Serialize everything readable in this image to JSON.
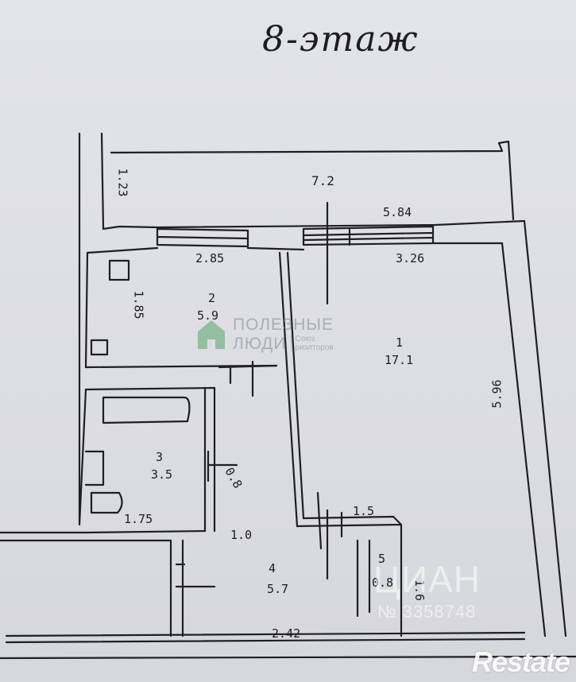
{
  "header": {
    "floor_title": "8-этаж"
  },
  "dimensions": {
    "balcony_depth": "1.23",
    "balcony_area": "7.2",
    "balcony_length": "5.84",
    "kitchen_width": "2.85",
    "room_width": "3.26",
    "kitchen_depth": "1.85",
    "room_length": "5.96",
    "bath_width": "1.75",
    "corridor_width": "1.0",
    "closet_width": "1.5",
    "hall_length": "2.42",
    "hall_depth": "1.6",
    "door_mark": "0.8"
  },
  "rooms": [
    {
      "number": "1",
      "area": "17.1"
    },
    {
      "number": "2",
      "area": "5.9"
    },
    {
      "number": "3",
      "area": "3.5"
    },
    {
      "number": "4",
      "area": "5.7"
    },
    {
      "number": "5",
      "area": "0.8"
    }
  ],
  "logo": {
    "line1": "ПОЛЕЗНЫЕ",
    "line2": "ЛЮДИ",
    "sub": "Союз риэлторов"
  },
  "watermarks": {
    "cian": "ЦИАН",
    "number": "№ 3358748",
    "restate": "Restate"
  }
}
